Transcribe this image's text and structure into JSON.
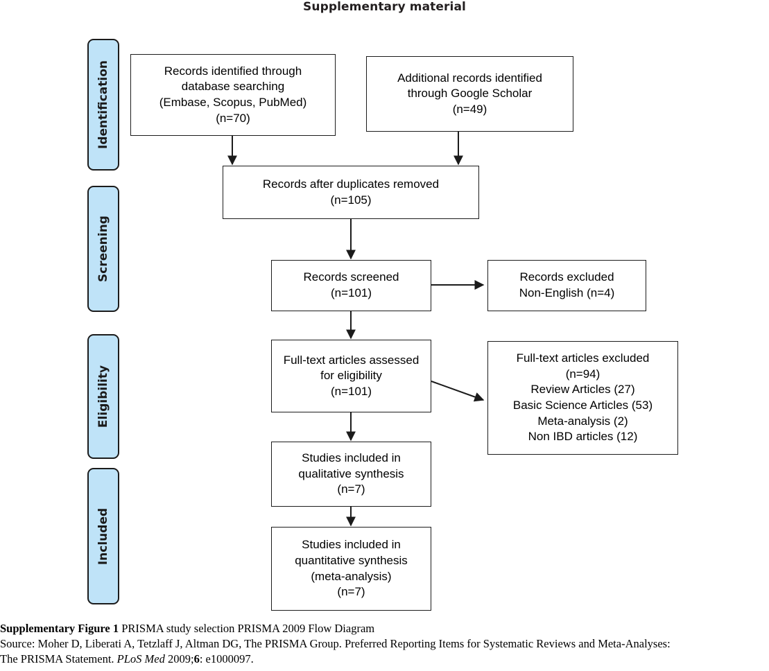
{
  "document": {
    "title": "Supplementary material"
  },
  "stages": [
    {
      "id": "identification",
      "label": "Identification"
    },
    {
      "id": "screening",
      "label": "Screening"
    },
    {
      "id": "eligibility",
      "label": "Eligibility"
    },
    {
      "id": "included",
      "label": "Included"
    }
  ],
  "boxes": [
    {
      "id": "records-identified-database",
      "text": "Records identified through\ndatabase searching\n(Embase, Scopus, PubMed)\n(n=70)"
    },
    {
      "id": "additional-records-google-scholar",
      "text": "Additional records identified\nthrough Google Scholar\n(n=49)"
    },
    {
      "id": "records-after-duplicates-removed",
      "text": "Records after duplicates removed\n(n=105)"
    },
    {
      "id": "records-screened",
      "text": "Records screened\n(n=101)"
    },
    {
      "id": "records-excluded",
      "text": "Records excluded\nNon-English (n=4)"
    },
    {
      "id": "fulltext-assessed",
      "text": "Full-text articles assessed\nfor eligibility\n(n=101)"
    },
    {
      "id": "fulltext-excluded",
      "text": "Full-text articles excluded\n(n=94)\nReview Articles (27)\nBasic Science Articles (53)\nMeta-analysis (2)\nNon IBD articles (12)"
    },
    {
      "id": "studies-qualitative",
      "text": "Studies included in\nqualitative synthesis\n(n=7)"
    },
    {
      "id": "studies-quantitative",
      "text": "Studies included in\nquantitative synthesis\n(meta-analysis)\n(n=7)"
    }
  ],
  "counts": {
    "records_identified_database": 70,
    "additional_records_google_scholar": 49,
    "records_after_duplicates_removed": 105,
    "records_screened": 101,
    "records_excluded_non_english": 4,
    "fulltext_assessed": 101,
    "fulltext_excluded_total": 94,
    "review_articles": 27,
    "basic_science_articles": 53,
    "meta_analysis": 2,
    "non_ibd_articles": 12,
    "studies_qualitative": 7,
    "studies_quantitative": 7
  },
  "caption": {
    "line1_bold": "Supplementary Figure 1",
    "line1_rest": " PRISMA study selection PRISMA 2009 Flow Diagram",
    "line2": "Source: Moher D, Liberati A, Tetzlaff J, Altman DG, The PRISMA Group. Preferred Reporting Items for Systematic Reviews and Meta-Analyses:",
    "line3_a": "The PRISMA Statement. ",
    "line3_italic": "PLoS Med",
    "line3_b": " 2009;",
    "line3_bold": "6",
    "line3_c": ": e1000097."
  },
  "colors": {
    "stage_tab_fill": "#bfe3f8",
    "stroke": "#1b1b1b",
    "title": "#231f20"
  }
}
